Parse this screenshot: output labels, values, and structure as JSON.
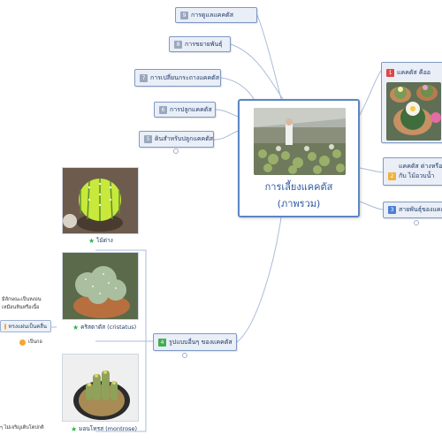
{
  "central": {
    "line1": "การเลี้ยงแคคตัส",
    "line2": "(ภาพรวม)"
  },
  "left_topics": [
    {
      "num": "9",
      "label": "การดูแลแคคตัส",
      "color": "#9aa8bd"
    },
    {
      "num": "8",
      "label": "การขยายพันธุ์",
      "color": "#9aa8bd"
    },
    {
      "num": "7",
      "label": "การเปลี่ยนกระถางแคคตัส",
      "color": "#9aa8bd"
    },
    {
      "num": "6",
      "label": "การปลูกแคคตัส",
      "color": "#9aa8bd"
    },
    {
      "num": "5",
      "label": "ดินสำหรับปลูกแคคตัส",
      "color": "#9aa8bd"
    }
  ],
  "right_topics": [
    {
      "num": "1",
      "label": "แคคตัส คืออ",
      "color": "#e04646"
    },
    {
      "num": "2",
      "label_line1": "แคคตัส ต่างหรือเ",
      "label_line2": "กับ ไม้อวบน้ำ",
      "color": "#f2b13a"
    },
    {
      "num": "3",
      "label": "สายพันธุ์ของแคคต",
      "color": "#4c7ed6"
    }
  ],
  "topic4": {
    "num": "4",
    "label": "รูปแบบอื่นๆ ของแคคตัส",
    "color": "#41ad52"
  },
  "cards": [
    {
      "caption": "ไม้ด่าง"
    },
    {
      "caption": "คริสตาตัส (cristatus)"
    },
    {
      "caption": "มอนโทรส (montrose)"
    }
  ],
  "notes": {
    "note1_line1": "มีลักษณะเป็นหงอน",
    "note1_line2": "เหมือนหินหรือเนื้อ",
    "note2": "ทรงแผ่นเป็นคลื่น",
    "note3": "เป็นกอ",
    "note4": "ๆ ไม่เจริญเติบโตปกติ"
  }
}
